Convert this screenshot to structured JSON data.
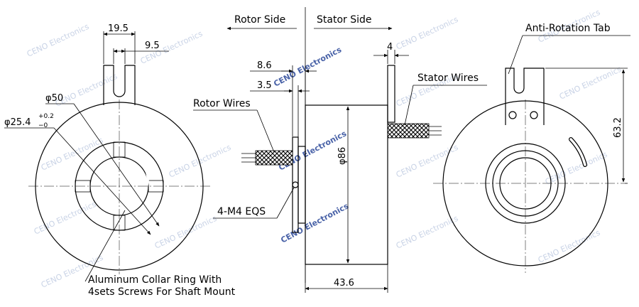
{
  "labels": {
    "rotor_side": "Rotor Side",
    "stator_side": "Stator Side",
    "rotor_wires": "Rotor Wires",
    "stator_wires": "Stator Wires",
    "anti_rotation_tab": "Anti-Rotation Tab",
    "mount_holes": "4-M4 EQS",
    "collar_line1": "Aluminum Collar Ring With",
    "collar_line2": "4sets Screws For Shaft Mount"
  },
  "dimensions": {
    "tab_width": "19.5",
    "tab_slot": "9.5",
    "outer_dia": "φ50",
    "bore_dia": "φ25.4",
    "bore_tol_upper": "+0.2",
    "bore_tol_lower": "−0",
    "flange_thick": "8.6",
    "flange_offset": "3.5",
    "body_dia": "φ86",
    "body_length": "43.6",
    "stator_tab_thick": "4",
    "tab_height": "63.2"
  },
  "watermark": {
    "text": "CENO Electronics"
  }
}
